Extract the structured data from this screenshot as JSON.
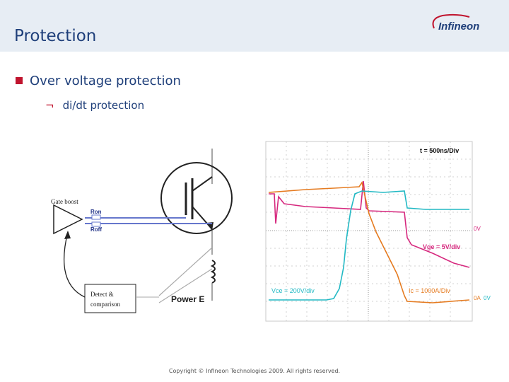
{
  "slide": {
    "title": "Protection",
    "bullet1": "Over voltage protection",
    "bullet2_marker": "¬",
    "bullet2": "di/dt protection",
    "footer": "Copyright © Infineon Technologies 2009. All rights reserved."
  },
  "logo": {
    "text": "Infineon",
    "color": "#1f3f7a",
    "accent": "#c0142e"
  },
  "circuit": {
    "gate_boost": "Gate boost",
    "ron": "Ron",
    "roff": "Roff",
    "detect_line1": "Detect &",
    "detect_line2": "comparison",
    "power_e": "Power E"
  },
  "scope": {
    "time_div": "t = 500ns/Div",
    "vge_div": "Vge = 5V/div",
    "vce_div": "Vce = 200V/div",
    "ic_div": "Ic = 1000A/Div",
    "zero_v_top": "0V",
    "zero_a": "0A",
    "zero_v_bottom": "0V",
    "colors": {
      "vge": "#d6287e",
      "vce": "#22b9c4",
      "ic": "#e57b20",
      "label_vge": "#d6287e",
      "label_vce": "#22b9c4",
      "label_ic": "#e57b20"
    }
  }
}
